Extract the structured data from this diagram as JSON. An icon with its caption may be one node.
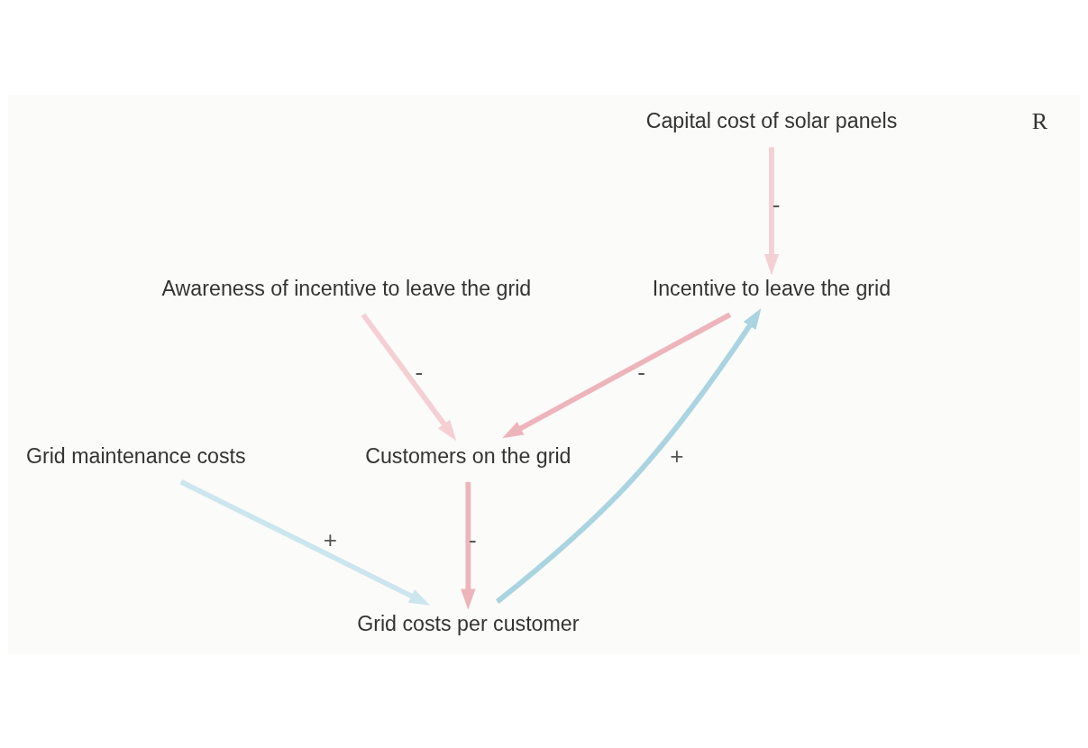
{
  "diagram": {
    "nodes": [
      {
        "text": [
          "Incentive to leave the grid"
        ]
      },
      {
        "text": [
          "Capital cost of solar panels"
        ]
      },
      {
        "text": [
          "Awareness of incentive to leave the grid"
        ]
      },
      {
        "text": [
          "Grid costs per customer"
        ]
      },
      {
        "text": [
          "Customers on the grid"
        ]
      },
      {
        "text": [
          "Grid maintenance costs"
        ]
      }
    ],
    "edges": [
      {
        "from": 3,
        "to": 0,
        "arrow": "to",
        "label": "+",
        "color": "#a9d4e0"
      },
      {
        "from": 1,
        "to": 0,
        "arrow": "to",
        "label": "-",
        "color": "#f4cfd3"
      },
      {
        "from": 0,
        "to": 4,
        "arrow": "to",
        "label": "-",
        "color": "#eeb4bb"
      },
      {
        "from": 2,
        "to": 4,
        "arrow": "to",
        "label": "-",
        "color": "#f4cfd3"
      },
      {
        "from": 4,
        "to": 3,
        "arrow": "to",
        "label": "-",
        "color": "#eeb4bb"
      },
      {
        "from": 5,
        "to": 3,
        "arrow": "to",
        "label": "+",
        "color": "#cce6ee"
      }
    ],
    "labels": [
      "R"
    ]
  }
}
